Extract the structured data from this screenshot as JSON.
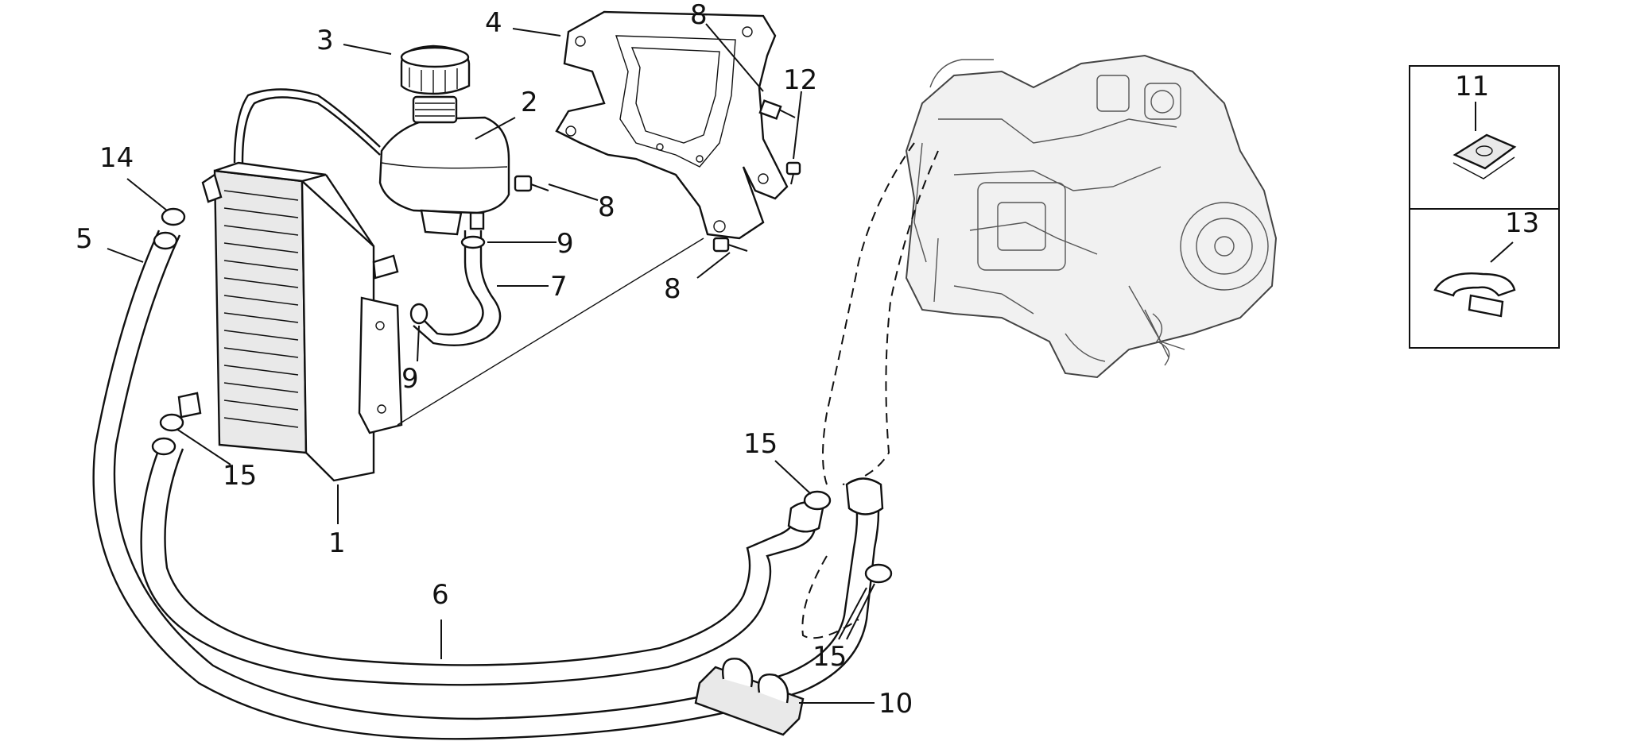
{
  "callouts": {
    "c1": "1",
    "c2": "2",
    "c3": "3",
    "c4": "4",
    "c5": "5",
    "c6": "6",
    "c7": "7",
    "c8a": "8",
    "c8b": "8",
    "c8c": "8",
    "c9a": "9",
    "c9b": "9",
    "c10": "10",
    "c11": "11",
    "c12": "12",
    "c13": "13",
    "c14": "14",
    "c15a": "15",
    "c15b": "15",
    "c15c": "15"
  },
  "colors": {
    "ink": "#111111",
    "background": "#ffffff"
  }
}
